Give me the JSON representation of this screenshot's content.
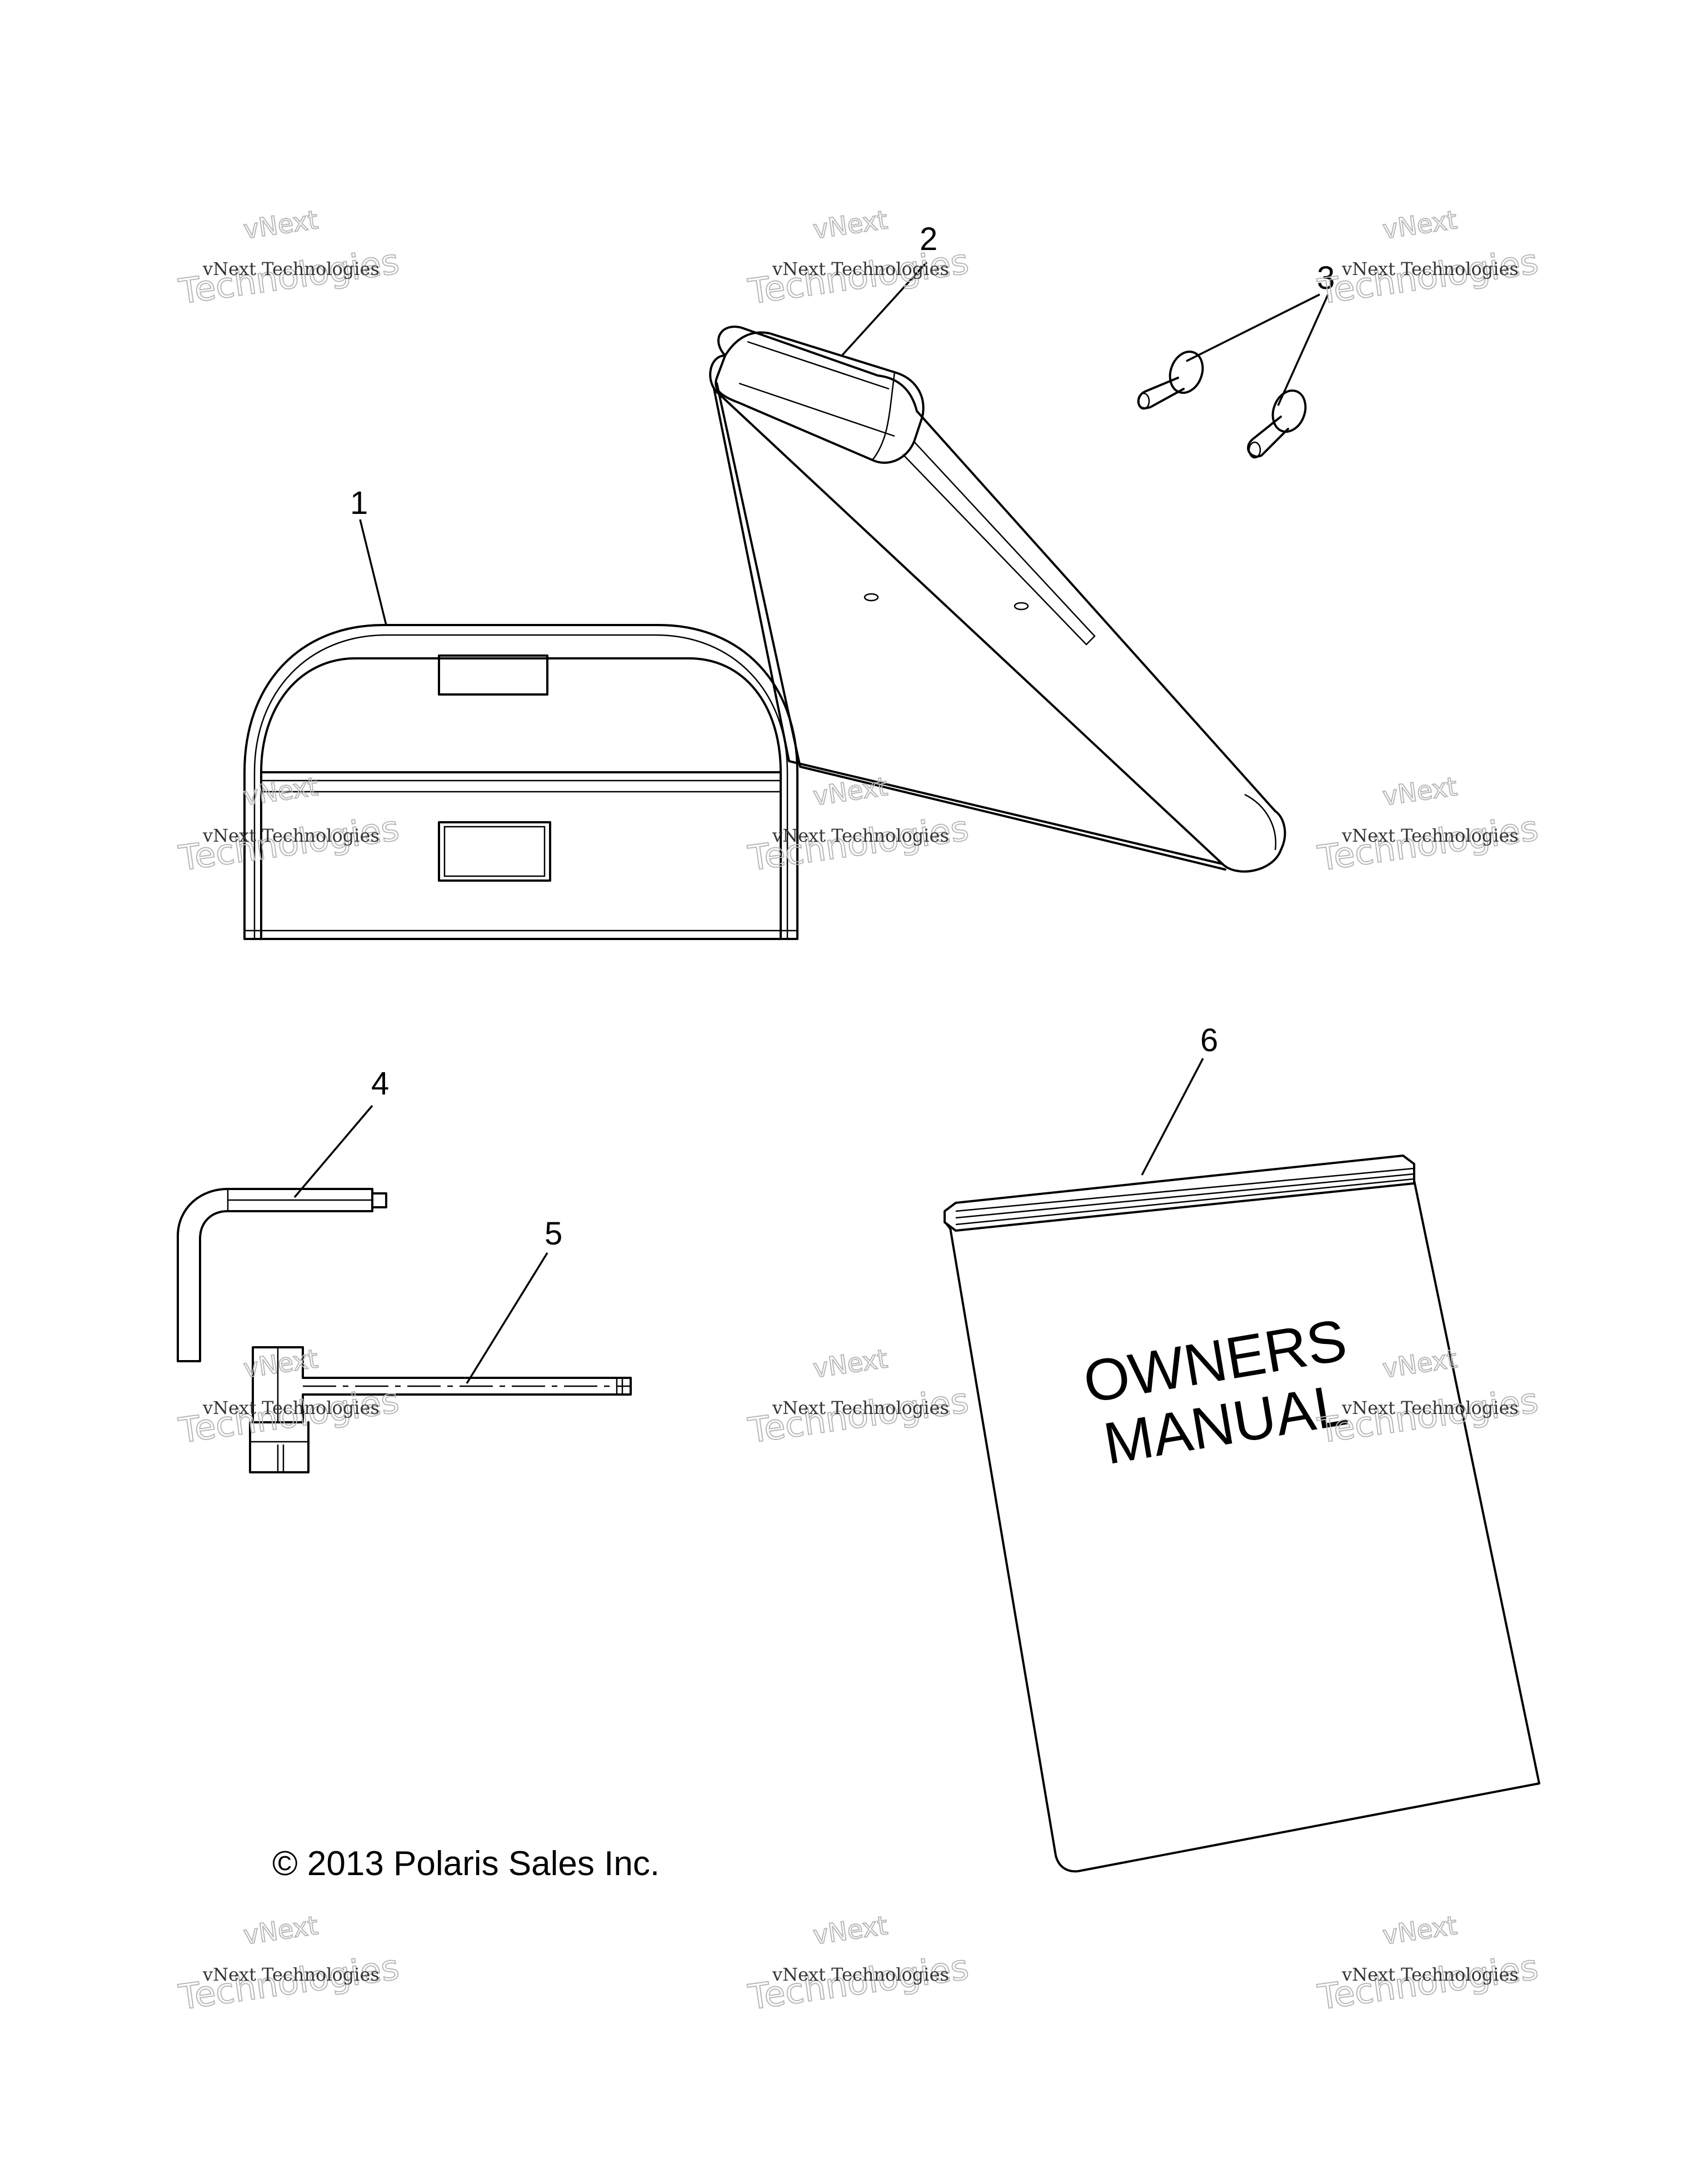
{
  "diagram": {
    "callouts": [
      "1",
      "2",
      "3",
      "4",
      "5",
      "6"
    ],
    "manual_cover": {
      "line1": "OWNERS",
      "line2": "MANUAL"
    },
    "copyright": "© 2013 Polaris Sales Inc.",
    "watermark": {
      "line_small": "vNext Technologies",
      "line_big": "Technologies",
      "line_top": "vNext"
    }
  }
}
